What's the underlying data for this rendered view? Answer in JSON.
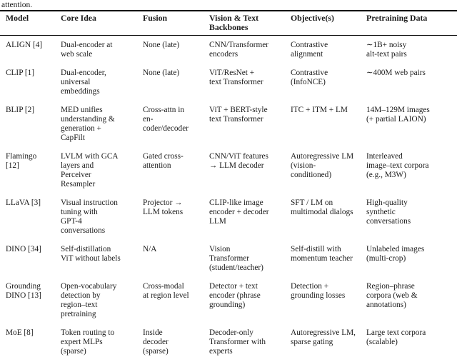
{
  "caption_tail": "attention.",
  "colors": {
    "background": "#ffffff",
    "text": "#1a1a1a",
    "rule": "#000000"
  },
  "table": {
    "headers": [
      "Model",
      "Core Idea",
      "Fusion",
      "Vision & Text\nBackbones",
      "Objective(s)",
      "Pretraining Data"
    ],
    "rows": [
      {
        "model": "ALIGN [4]",
        "core_idea": "Dual-encoder at\nweb scale",
        "fusion": "None (late)",
        "backbones": "CNN/Transformer\nencoders",
        "objectives": "Contrastive\nalignment",
        "pretraining": "∼1B+ noisy\nalt-text pairs"
      },
      {
        "model": "CLIP [1]",
        "core_idea": "Dual-encoder,\nuniversal\nembeddings",
        "fusion": "None (late)",
        "backbones": "ViT/ResNet +\ntext Transformer",
        "objectives": "Contrastive\n(InfoNCE)",
        "pretraining": "∼400M web pairs"
      },
      {
        "model": "BLIP [2]",
        "core_idea": "MED unifies\nunderstanding &\ngeneration +\nCapFilt",
        "fusion": "Cross-attn in\nen-\ncoder/decoder",
        "backbones": "ViT + BERT-style\ntext Transformer",
        "objectives": "ITC + ITM + LM",
        "pretraining": "14M–129M images\n(+ partial LAION)"
      },
      {
        "model": "Flamingo\n[12]",
        "core_idea": "LVLM with GCA\nlayers and\nPerceiver\nResampler",
        "fusion": "Gated cross-\nattention",
        "backbones": "CNN/ViT features\n→ LLM decoder",
        "objectives": "Autoregressive LM\n(vision-\nconditioned)",
        "pretraining": "Interleaved\nimage–text corpora\n(e.g., M3W)"
      },
      {
        "model": "LLaVA [3]",
        "core_idea": "Visual instruction\ntuning with\nGPT-4\nconversations",
        "fusion": "Projector →\nLLM tokens",
        "backbones": "CLIP-like image\nencoder + decoder\nLLM",
        "objectives": "SFT / LM on\nmultimodal dialogs",
        "pretraining": "High-quality\nsynthetic\nconversations"
      },
      {
        "model": "DINO [34]",
        "core_idea": "Self-distillation\nViT without labels",
        "fusion": "N/A",
        "backbones": "Vision\nTransformer\n(student/teacher)",
        "objectives": "Self-distill with\nmomentum teacher",
        "pretraining": "Unlabeled images\n(multi-crop)"
      },
      {
        "model": "Grounding\nDINO [13]",
        "core_idea": "Open-vocabulary\ndetection by\nregion–text\npretraining",
        "fusion": "Cross-modal\nat region level",
        "backbones": "Detector + text\nencoder (phrase\ngrounding)",
        "objectives": "Detection +\ngrounding losses",
        "pretraining": "Region–phrase\ncorpora (web &\nannotations)"
      },
      {
        "model": "MoE [8]",
        "core_idea": "Token routing to\nexpert MLPs\n(sparse)",
        "fusion": "Inside\ndecoder\n(sparse)",
        "backbones": "Decoder-only\nTransformer with\nexperts",
        "objectives": "Autoregressive LM,\nsparse gating",
        "pretraining": "Large text corpora\n(scalable)"
      }
    ]
  }
}
